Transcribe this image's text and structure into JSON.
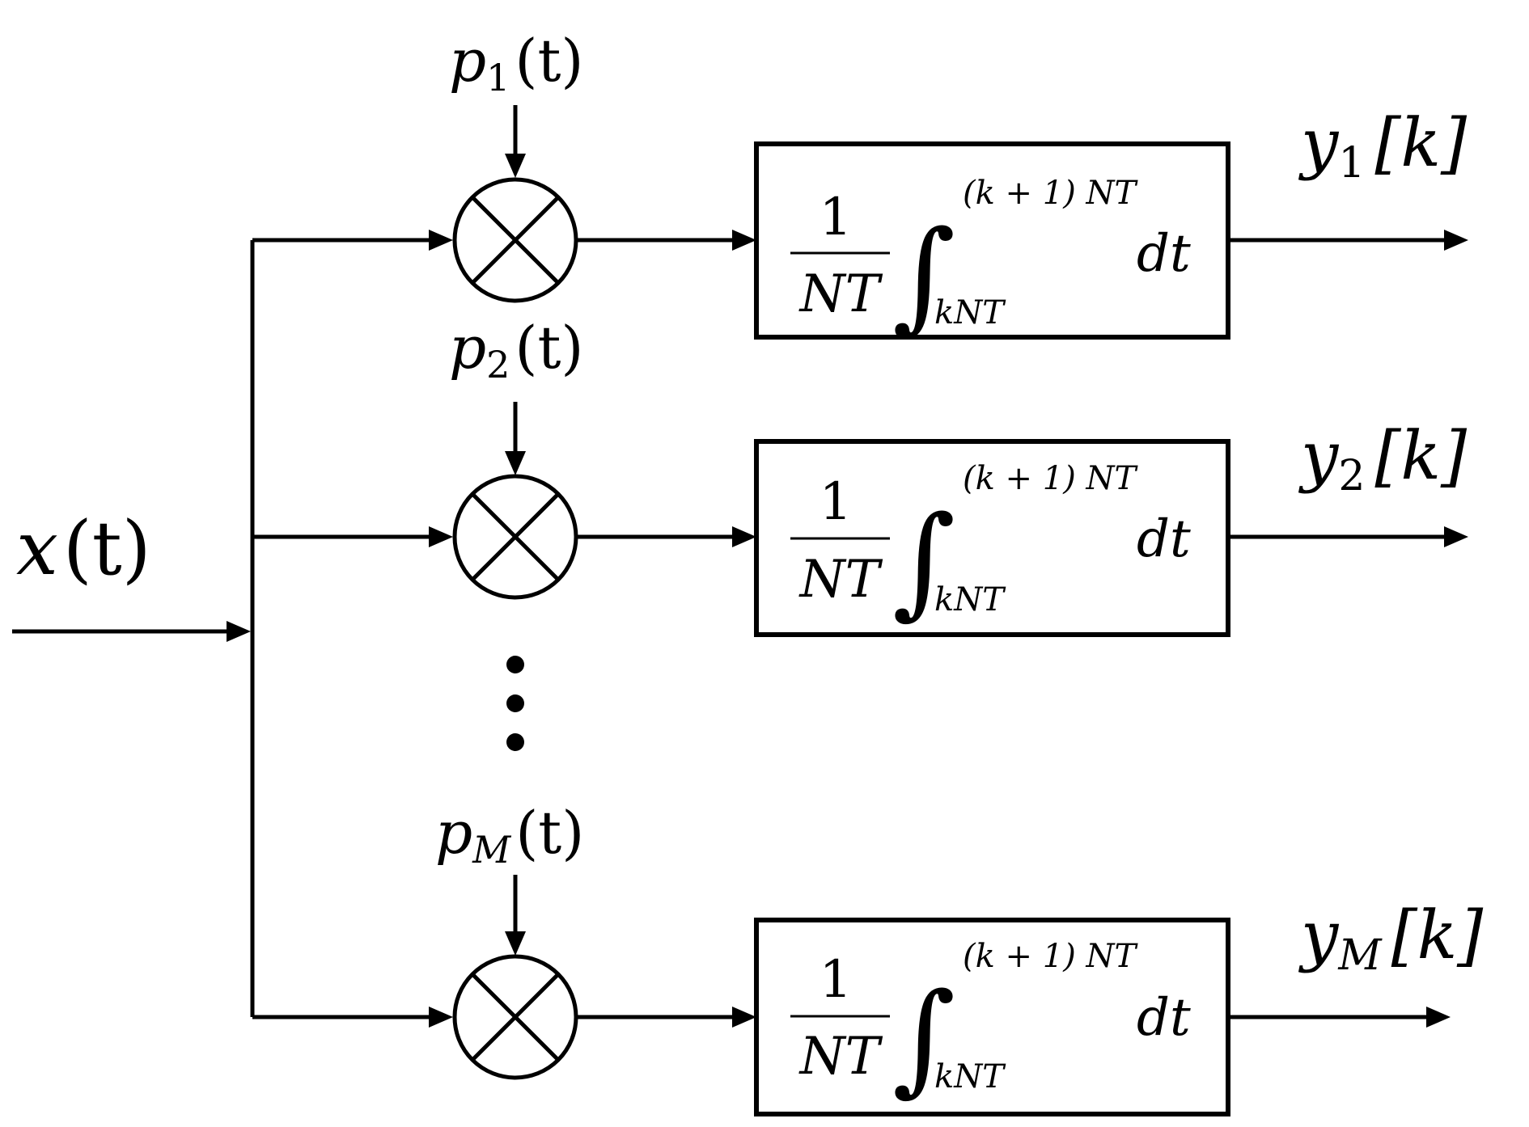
{
  "input": {
    "var": "x",
    "arg": "(t)"
  },
  "branches": [
    {
      "carrier": {
        "base": "p",
        "sub": "1",
        "arg": "(t)"
      },
      "output": {
        "base": "y",
        "sub": "1",
        "arg": "[k]"
      }
    },
    {
      "carrier": {
        "base": "p",
        "sub": "2",
        "arg": "(t)"
      },
      "output": {
        "base": "y",
        "sub": "2",
        "arg": "[k]"
      }
    },
    {
      "carrier": {
        "base": "p",
        "sub": "M",
        "arg": "(t)"
      },
      "output": {
        "base": "y",
        "sub": "M",
        "arg": "[k]"
      }
    }
  ],
  "integrator": {
    "numerator": "1",
    "denominator": "NT",
    "upper_limit": "(k + 1) NT",
    "lower_limit": "kNT",
    "differential": "dt"
  },
  "ellipsis": "⋮"
}
